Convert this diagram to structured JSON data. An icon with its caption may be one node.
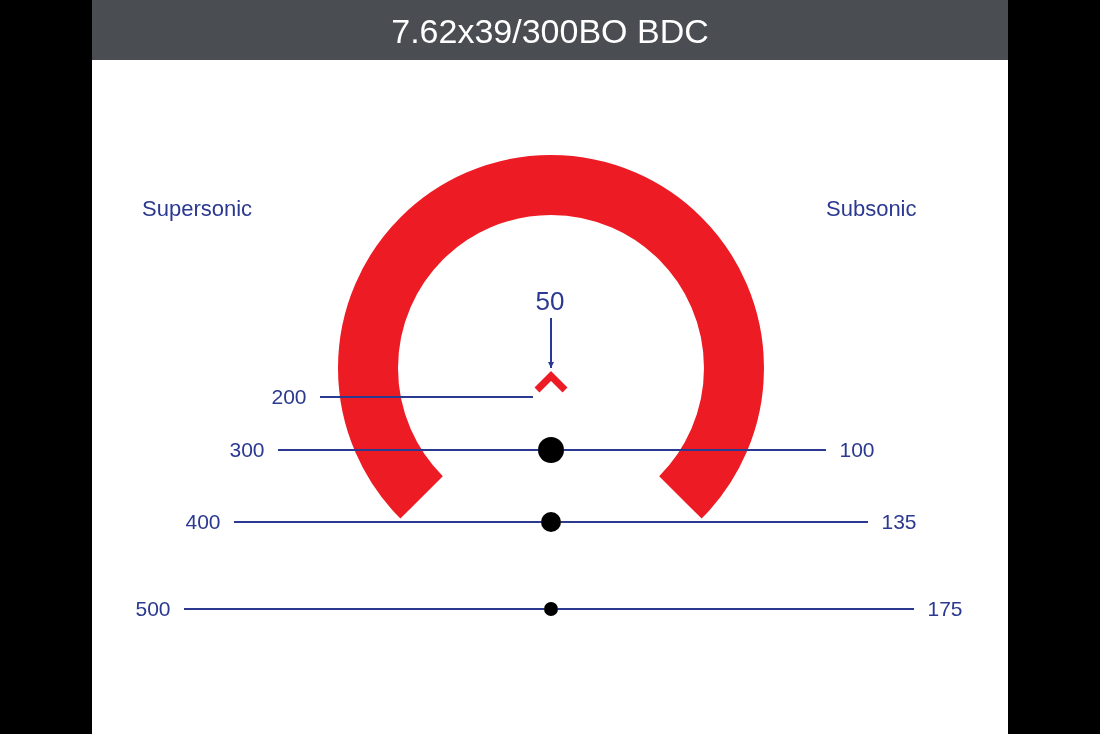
{
  "diagram": {
    "title": "7.62x39/300BO BDC",
    "nodes": [
      {
        "text": [
          "50"
        ]
      },
      {
        "text": [],
        "shape": "chevron"
      },
      {
        "text": [
          "200"
        ]
      },
      {
        "text": [
          "300"
        ]
      },
      {
        "text": [],
        "shape": "circle"
      },
      {
        "text": [
          "100"
        ]
      },
      {
        "text": [
          "400"
        ]
      },
      {
        "text": [],
        "shape": "circle"
      },
      {
        "text": [
          "135"
        ]
      },
      {
        "text": [
          "500"
        ]
      },
      {
        "text": [],
        "shape": "circle"
      },
      {
        "text": [
          "175"
        ]
      }
    ],
    "edges": [
      {
        "from": 0,
        "to": 1,
        "arrow": "to"
      },
      {
        "from": 2,
        "to": 1,
        "arrow": "none"
      },
      {
        "from": 3,
        "to": 4,
        "arrow": "none"
      },
      {
        "from": 5,
        "to": 4,
        "arrow": "none"
      },
      {
        "from": 6,
        "to": 7,
        "arrow": "none"
      },
      {
        "from": 8,
        "to": 7,
        "arrow": "none"
      },
      {
        "from": 9,
        "to": 10,
        "arrow": "none"
      },
      {
        "from": 11,
        "to": 10,
        "arrow": "none"
      }
    ],
    "labels": [
      "Supersonic",
      "Subsonic"
    ]
  }
}
